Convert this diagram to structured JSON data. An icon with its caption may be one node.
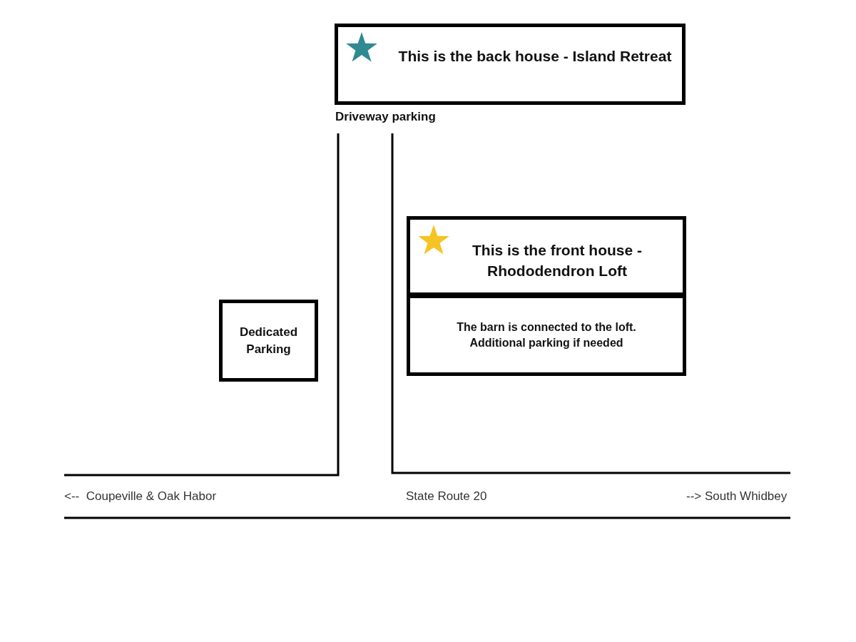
{
  "diagram": {
    "nodes": [
      {
        "text": [
          "This is the back house - Island Retreat"
        ]
      },
      {
        "text": [
          "This is the front house - Rhododendron Loft"
        ]
      },
      {
        "text": [
          "The barn is connected to the loft. Additional parking if needed"
        ]
      },
      {
        "text": [
          "Dedicated Parking"
        ]
      }
    ],
    "labels": [
      "Driveway parking",
      "<--  Coupeville & Oak Habor",
      "State Route 20",
      "--> South Whidbey"
    ]
  }
}
